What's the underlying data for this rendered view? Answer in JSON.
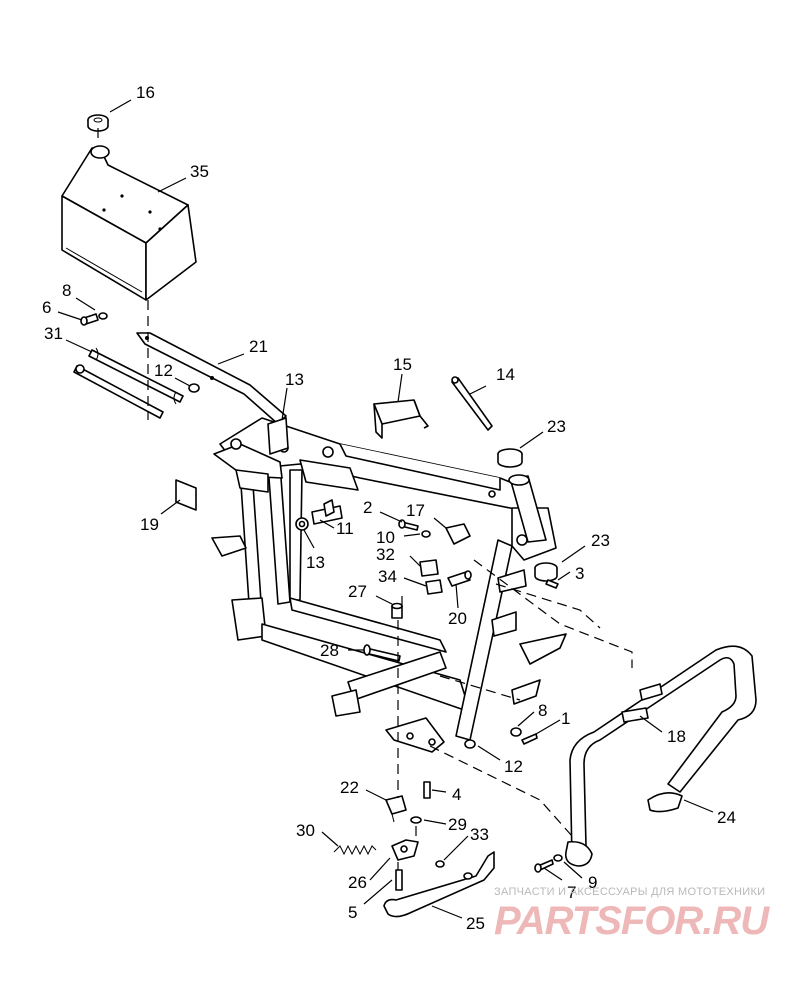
{
  "callouts": [
    {
      "id": "1",
      "text": "1"
    },
    {
      "id": "2",
      "text": "2"
    },
    {
      "id": "3",
      "text": "3"
    },
    {
      "id": "4",
      "text": "4"
    },
    {
      "id": "5",
      "text": "5"
    },
    {
      "id": "6",
      "text": "6"
    },
    {
      "id": "7",
      "text": "7"
    },
    {
      "id": "8a",
      "text": "8"
    },
    {
      "id": "8b",
      "text": "8"
    },
    {
      "id": "9",
      "text": "9"
    },
    {
      "id": "10",
      "text": "10"
    },
    {
      "id": "11",
      "text": "11"
    },
    {
      "id": "12a",
      "text": "12"
    },
    {
      "id": "12b",
      "text": "12"
    },
    {
      "id": "13a",
      "text": "13"
    },
    {
      "id": "13b",
      "text": "13"
    },
    {
      "id": "14",
      "text": "14"
    },
    {
      "id": "15",
      "text": "15"
    },
    {
      "id": "16",
      "text": "16"
    },
    {
      "id": "17",
      "text": "17"
    },
    {
      "id": "18",
      "text": "18"
    },
    {
      "id": "19",
      "text": "19"
    },
    {
      "id": "20",
      "text": "20"
    },
    {
      "id": "21",
      "text": "21"
    },
    {
      "id": "22",
      "text": "22"
    },
    {
      "id": "23a",
      "text": "23"
    },
    {
      "id": "23b",
      "text": "23"
    },
    {
      "id": "24",
      "text": "24"
    },
    {
      "id": "25",
      "text": "25"
    },
    {
      "id": "26",
      "text": "26"
    },
    {
      "id": "27",
      "text": "27"
    },
    {
      "id": "28",
      "text": "28"
    },
    {
      "id": "29",
      "text": "29"
    },
    {
      "id": "30",
      "text": "30"
    },
    {
      "id": "31",
      "text": "31"
    },
    {
      "id": "32",
      "text": "32"
    },
    {
      "id": "33",
      "text": "33"
    },
    {
      "id": "34",
      "text": "34"
    },
    {
      "id": "35",
      "text": "35"
    }
  ],
  "watermark": {
    "caption": "ЗАПЧАСТИ И АКСЕССУАРЫ ДЛЯ МОТОТЕХНИКИ",
    "logo_text": "PARTSFOR.RU",
    "logo_color": "#e8a0a0"
  }
}
